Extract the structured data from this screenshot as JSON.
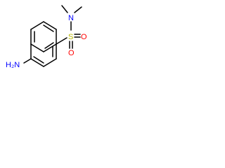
{
  "molecule": {
    "atoms": {
      "amine": {
        "text": "H₂N",
        "color": "#0000ff"
      },
      "sulfur": {
        "text": "S",
        "color": "#b8b800"
      },
      "oxygen_upper": {
        "text": "O",
        "color": "#ff0000"
      },
      "oxygen_lower": {
        "text": "O",
        "color": "#ff0000"
      },
      "nitrogen": {
        "text": "N",
        "color": "#0000ff"
      }
    },
    "bond_color": "#000000"
  }
}
